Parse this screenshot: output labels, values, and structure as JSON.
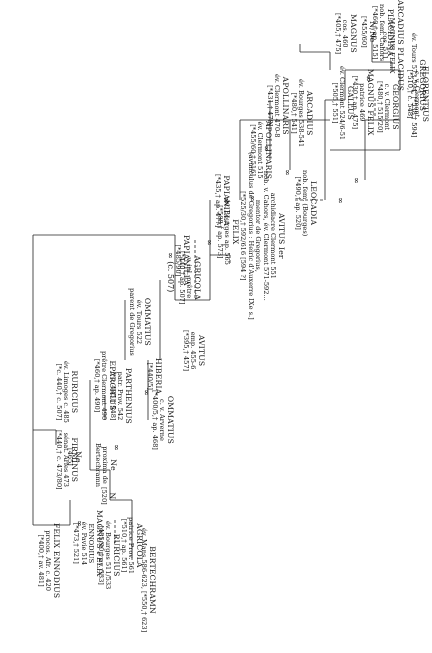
{
  "people": [
    {
      "id": "felix_ennodius",
      "lines": [
        "FELIX ENNODIUS",
        "procos. Afr. c. 420",
        "[*400,† av. 481]"
      ]
    },
    {
      "id": "firminus",
      "lines": [
        "FIRMINUS",
        "sénat. Arles 473",
        "[*440,† c. 473/80]"
      ]
    },
    {
      "id": "magnus_felix_ennodius",
      "lines": [
        "MAGNUS FELIX",
        "ENNODIUS",
        "év. Pavie 514",
        "[*473,† 521]"
      ]
    },
    {
      "id": "ruricius_ii",
      "lines": [
        "RURICIUS",
        "év. Bourges 511/533",
        "[485/90,† av. 533]"
      ]
    },
    {
      "id": "agricola_ii",
      "lines": [
        "AGRICOLA",
        "patrice Prov. 561",
        "[*510,† ap. 561]"
      ]
    },
    {
      "id": "bertechramn",
      "lines": [
        "BERTECHRAMN",
        "év. Mans 586-623, [*550,† 623]"
      ]
    },
    {
      "id": "ruricius_i",
      "lines": [
        "RURICIUS",
        "év. Limoges c. 485",
        "[*c. 440,† c. 507]"
      ]
    },
    {
      "id": "ne_465",
      "lines": [
        "Ne",
        "[465]"
      ]
    },
    {
      "id": "ne_bertechramn",
      "lines": [
        "Ne",
        "proxima de",
        "Bertechramn"
      ]
    },
    {
      "id": "n_520",
      "lines": [
        "N",
        "[520]"
      ]
    },
    {
      "id": "eparchius",
      "lines": [
        "EPARCHIUS",
        "prêtre Clermont 490",
        "[*460,† ap. 490]"
      ]
    },
    {
      "id": "parthenius",
      "lines": [
        "PARTHENIUS",
        "patr. Prov. 542",
        "[*c. 485,† 548]"
      ]
    },
    {
      "id": "ommatius_i",
      "lines": [
        "OMMATIUS",
        "c. v. Arverne",
        "[*400/5,† ap. 468]"
      ]
    },
    {
      "id": "hiberia",
      "lines": [
        "HIBERIA",
        "[*440/5]"
      ]
    },
    {
      "id": "ommatius_ii",
      "lines": [
        "OMMATIUS",
        "év. Tours 522",
        "parent de Gregorius"
      ]
    },
    {
      "id": "avitus",
      "lines": [
        "AVITUS",
        "emp. 455-6",
        "[*395,† 457]"
      ]
    },
    {
      "id": "agricola_i",
      "lines": [
        "AGRICOLA",
        "v. inl. prêtre",
        "[*440,† ap. 507]"
      ]
    },
    {
      "id": "papianilla_ii",
      "lines": [
        "PAPIANILLA",
        "[*485/90]"
      ]
    },
    {
      "id": "papianilla_i",
      "lines": [
        "PAPIANILLA",
        "[*435,† ap. 477]"
      ]
    },
    {
      "id": "felix_ii",
      "lines": [
        "FELIX",
        "év. Bourges ap. 565",
        "[*508,† ap. 573]"
      ]
    },
    {
      "id": "avitus_i",
      "lines": [
        "AVITUS Ier",
        "archidiacre Clermont 551",
        "nob. v. Cahors, év. Clermont 571-592...",
        "mentor de Gregorius,",
        "(avunculus de Gregorius : Heiric d'Auxerre IXe s.]",
        "[*525/30,† 592/616 [594 ?]"
      ]
    },
    {
      "id": "apollinaris_ii",
      "lines": [
        "APOLLINARIS",
        "év. Clermont 515",
        "[*455/60,† 516]"
      ]
    },
    {
      "id": "apollinaris_i",
      "lines": [
        "APOLLINARIS",
        "év. Clermont 470-8",
        "[*431,† 478]"
      ]
    },
    {
      "id": "arcadius",
      "lines": [
        "ARCADIUS",
        "év. Bourges 538-541",
        "[*480,† 541]"
      ]
    },
    {
      "id": "leocadia",
      "lines": [
        "LEOCADIA",
        "nob. fem. (Bourges)",
        "[*490,† ap. 520]"
      ]
    },
    {
      "id": "gallus",
      "lines": [
        "GALLUS",
        "év. Clermont 524/6-51",
        "[*505,† 551]"
      ]
    },
    {
      "id": "magnus",
      "lines": [
        "MAGNUS",
        "cos. 460",
        "[*405,† 475]"
      ]
    },
    {
      "id": "magnus_felix",
      "lines": [
        "MAGNUS FELIX",
        "patrice 469",
        "[*430,† ap. 475]"
      ]
    },
    {
      "id": "placidina",
      "lines": [
        "PLACIDINA",
        "nob. fem. Cahors",
        "[*460,† ap. 515]"
      ]
    },
    {
      "id": "nvne",
      "lines": [
        "N/Ne",
        "[*455/60]"
      ]
    },
    {
      "id": "arcadius_placidus",
      "lines": [
        "ARCADIUS PLACIDUS",
        "MAGNUS FELIX",
        "cos. 511"
      ]
    },
    {
      "id": "georgius",
      "lines": [
        "GEORGIUS",
        "c. v. Clermont",
        "[*480,† 515/20]"
      ]
    },
    {
      "id": "florentius",
      "lines": [
        "FLORENTIUS",
        "c. v. Clermont",
        "[*510,† c. 548]"
      ]
    },
    {
      "id": "gregorius",
      "lines": [
        "GREGORIUS",
        "év. Tours 573-594, [*538,† 594]"
      ]
    }
  ],
  "annotations": [
    {
      "id": "ommatius_c507",
      "text": "∞ (c. 507)"
    },
    {
      "id": "marriage_1",
      "text": "∞"
    },
    {
      "id": "marriage_2",
      "text": "∞"
    },
    {
      "id": "marriage_3",
      "text": "∞"
    },
    {
      "id": "marriage_4",
      "text": "∞"
    },
    {
      "id": "marriage_5",
      "text": "∞"
    },
    {
      "id": "marriage_6",
      "text": "∞"
    },
    {
      "id": "marriage_7",
      "text": "∞"
    },
    {
      "id": "marriage_8",
      "text": "∞"
    },
    {
      "id": "marriage_9",
      "text": "∞"
    },
    {
      "id": "marriage_10",
      "text": "∞"
    },
    {
      "id": "marriage_11",
      "text": "∞"
    }
  ]
}
